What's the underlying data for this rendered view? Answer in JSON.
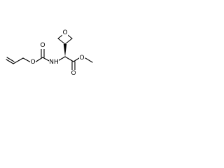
{
  "molecule": {
    "atoms": {
      "oxetane_oxygen": "O",
      "carbamate_carbonyl_oxygen": "O",
      "carbamate_ester_oxygen": "O",
      "amide_nitrogen": "NH",
      "ester_carbonyl_oxygen": "O",
      "ester_methoxy_oxygen": "O"
    },
    "stereo": {
      "alpha_carbon_to_oxetane": "wedge"
    }
  }
}
